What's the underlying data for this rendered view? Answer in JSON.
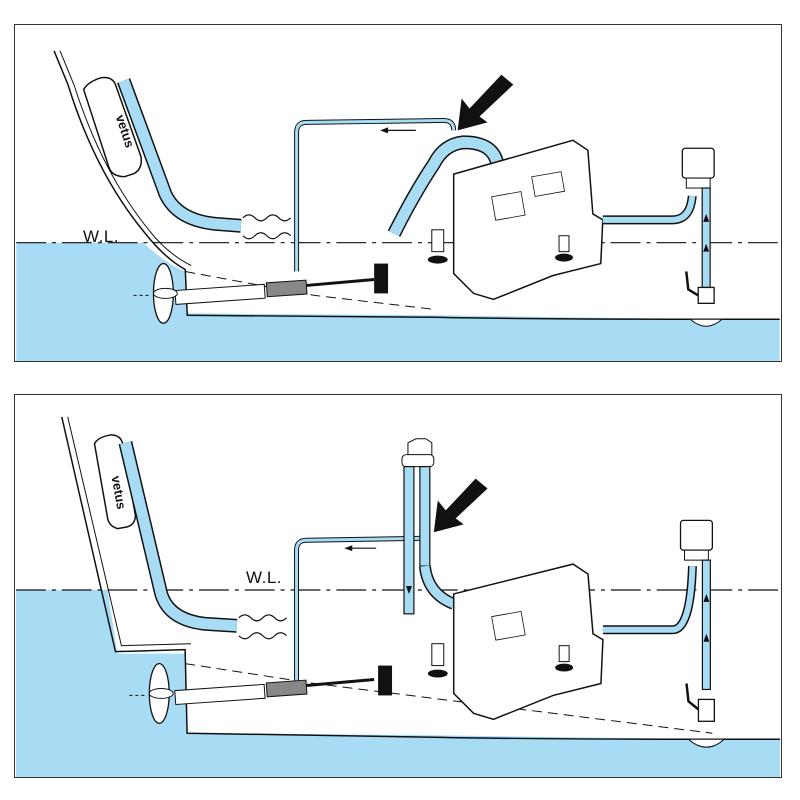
{
  "figure": {
    "description": "Exhaust waterlock and siphon-break installation diagrams",
    "colors": {
      "water": "#a8dcf5",
      "hose_fill": "#a8dcf5",
      "outline": "#111111",
      "background": "#ffffff"
    },
    "panels": [
      {
        "id": "top",
        "waterline_label": "W.L.",
        "waterlock_brand": "vetus",
        "arrow_indicator": "points to vented loop fitting on engine cooling hose",
        "components": [
          "waterlock",
          "exhaust-hose",
          "vented-loop-line",
          "engine",
          "propeller-shaft",
          "propeller",
          "water-strainer",
          "seacock",
          "thru-hull-intake"
        ]
      },
      {
        "id": "bottom",
        "waterline_label": "W.L.",
        "waterlock_brand": "vetus",
        "arrow_indicator": "points to siphon break (vented loop) above waterline",
        "components": [
          "waterlock",
          "exhaust-hose",
          "siphon-break",
          "vented-loop-line",
          "engine",
          "propeller-shaft",
          "propeller",
          "water-strainer",
          "seacock",
          "thru-hull-intake"
        ]
      }
    ]
  }
}
